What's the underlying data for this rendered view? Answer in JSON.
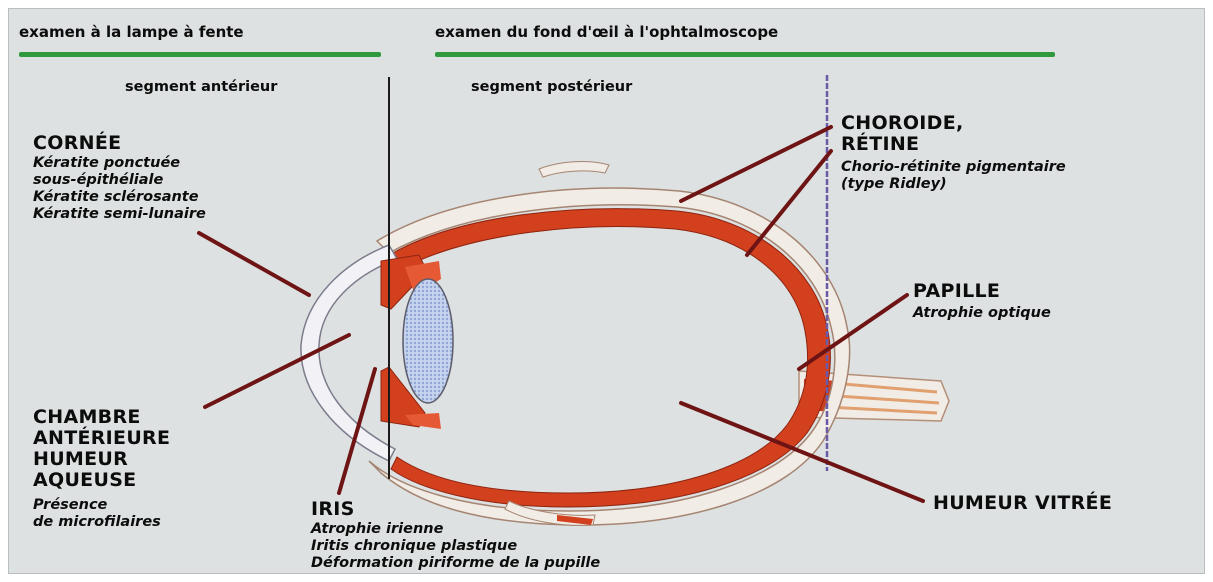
{
  "headers": {
    "slit_lamp": "examen à la lampe à fente",
    "fundus": "examen du fond d'œil à l'ophtalmoscope"
  },
  "segments": {
    "anterior": "segment antérieur",
    "posterior": "segment postérieur"
  },
  "labels": {
    "cornea": {
      "title": "CORNÉE",
      "items": [
        "Kératite ponctuée",
        "sous-épithéliale",
        "Kératite sclérosante",
        "Kératite semi-lunaire"
      ]
    },
    "anterior_chamber": {
      "title_lines": [
        "CHAMBRE",
        "ANTÉRIEURE",
        "HUMEUR",
        "AQUEUSE"
      ],
      "items": [
        "Présence",
        "de microfilaires"
      ]
    },
    "iris": {
      "title": "IRIS",
      "items": [
        "Atrophie irienne",
        "Iritis chronique plastique",
        "Déformation piriforme de la pupille"
      ]
    },
    "choroid_retina": {
      "title_lines": [
        "CHOROIDE,",
        "RÉTINE"
      ],
      "items": [
        "Chorio-rétinite pigmentaire",
        "(type Ridley)"
      ]
    },
    "papilla": {
      "title": "PAPILLE",
      "items": [
        "Atrophie optique"
      ]
    },
    "vitreous": {
      "title": "HUMEUR VITRÉE"
    }
  },
  "colors": {
    "background": "#dde1e1",
    "header_underline": "#2f9a3d",
    "pointer_lines": "#6e1414",
    "sclera": "#f2ece6",
    "choroid": "#d2401e",
    "lens": "#a9bde0"
  }
}
